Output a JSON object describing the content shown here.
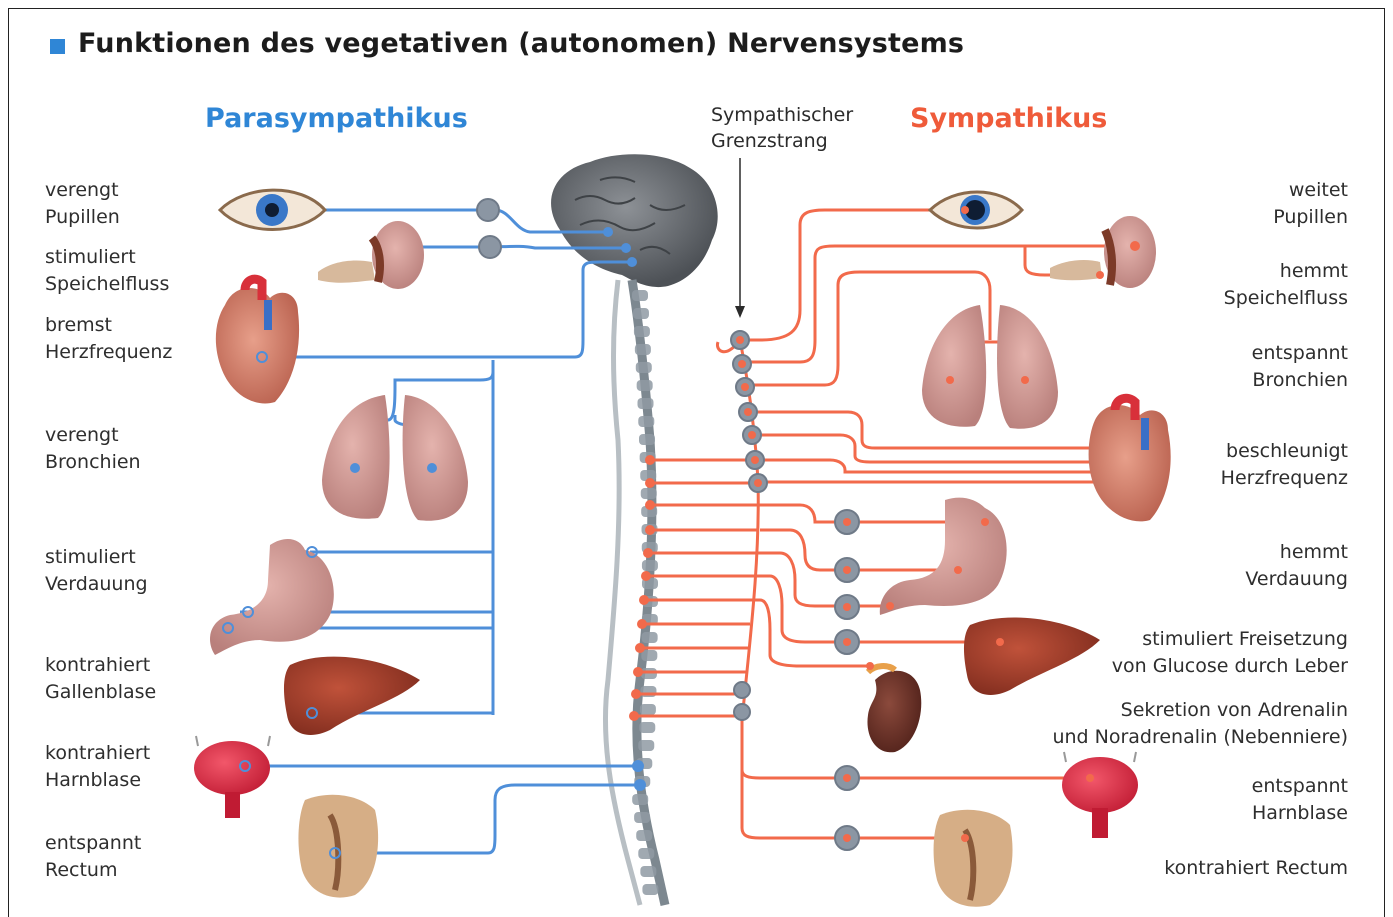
{
  "title": "Funktionen des vegetativen (autonomen) Nervensystems",
  "parasympathikus": {
    "heading": "Parasympathikus",
    "effects": [
      {
        "line1": "verengt",
        "line2": "Pupillen"
      },
      {
        "line1": "stimuliert",
        "line2": "Speichelfluss"
      },
      {
        "line1": "bremst",
        "line2": "Herzfrequenz"
      },
      {
        "line1": "verengt",
        "line2": "Bronchien"
      },
      {
        "line1": "stimuliert",
        "line2": "Verdauung"
      },
      {
        "line1": "kontrahiert",
        "line2": "Gallenblase"
      },
      {
        "line1": "kontrahiert",
        "line2": "Harnblase"
      },
      {
        "line1": "entspannt",
        "line2": "Rectum"
      }
    ]
  },
  "sympathikus": {
    "heading": "Sympathikus",
    "effects": [
      {
        "line1": "weitet",
        "line2": "Pupillen"
      },
      {
        "line1": "hemmt",
        "line2": "Speichelfluss"
      },
      {
        "line1": "entspannt",
        "line2": "Bronchien"
      },
      {
        "line1": "beschleunigt",
        "line2": "Herzfrequenz"
      },
      {
        "line1": "hemmt",
        "line2": "Verdauung"
      },
      {
        "line1": "stimuliert Freisetzung",
        "line2": "von Glucose durch Leber"
      },
      {
        "line1": "Sekretion von Adrenalin",
        "line2": "und Noradrenalin (Nebenniere)"
      },
      {
        "line1": "entspannt",
        "line2": "Harnblase"
      },
      {
        "line1": "kontrahiert Rectum",
        "line2": ""
      }
    ]
  },
  "grenzstrang": {
    "line1": "Sympathischer",
    "line2": "Grenzstrang"
  },
  "colors": {
    "parasympathetic": "#4f8fd9",
    "sympathetic": "#f26a4b",
    "title_bullet": "#2f86d6",
    "spine": "#8f9aa3",
    "brain": "#6f7378"
  },
  "organs_left": [
    "eye-icon",
    "salivary-gland-icon",
    "heart-icon",
    "lungs-icon",
    "stomach-icon",
    "liver-icon",
    "bladder-icon",
    "rectum-icon"
  ],
  "organs_right": [
    "eye-icon",
    "salivary-gland-icon",
    "lungs-icon",
    "heart-icon",
    "stomach-icon",
    "liver-icon",
    "kidney-icon",
    "bladder-icon",
    "rectum-icon"
  ]
}
